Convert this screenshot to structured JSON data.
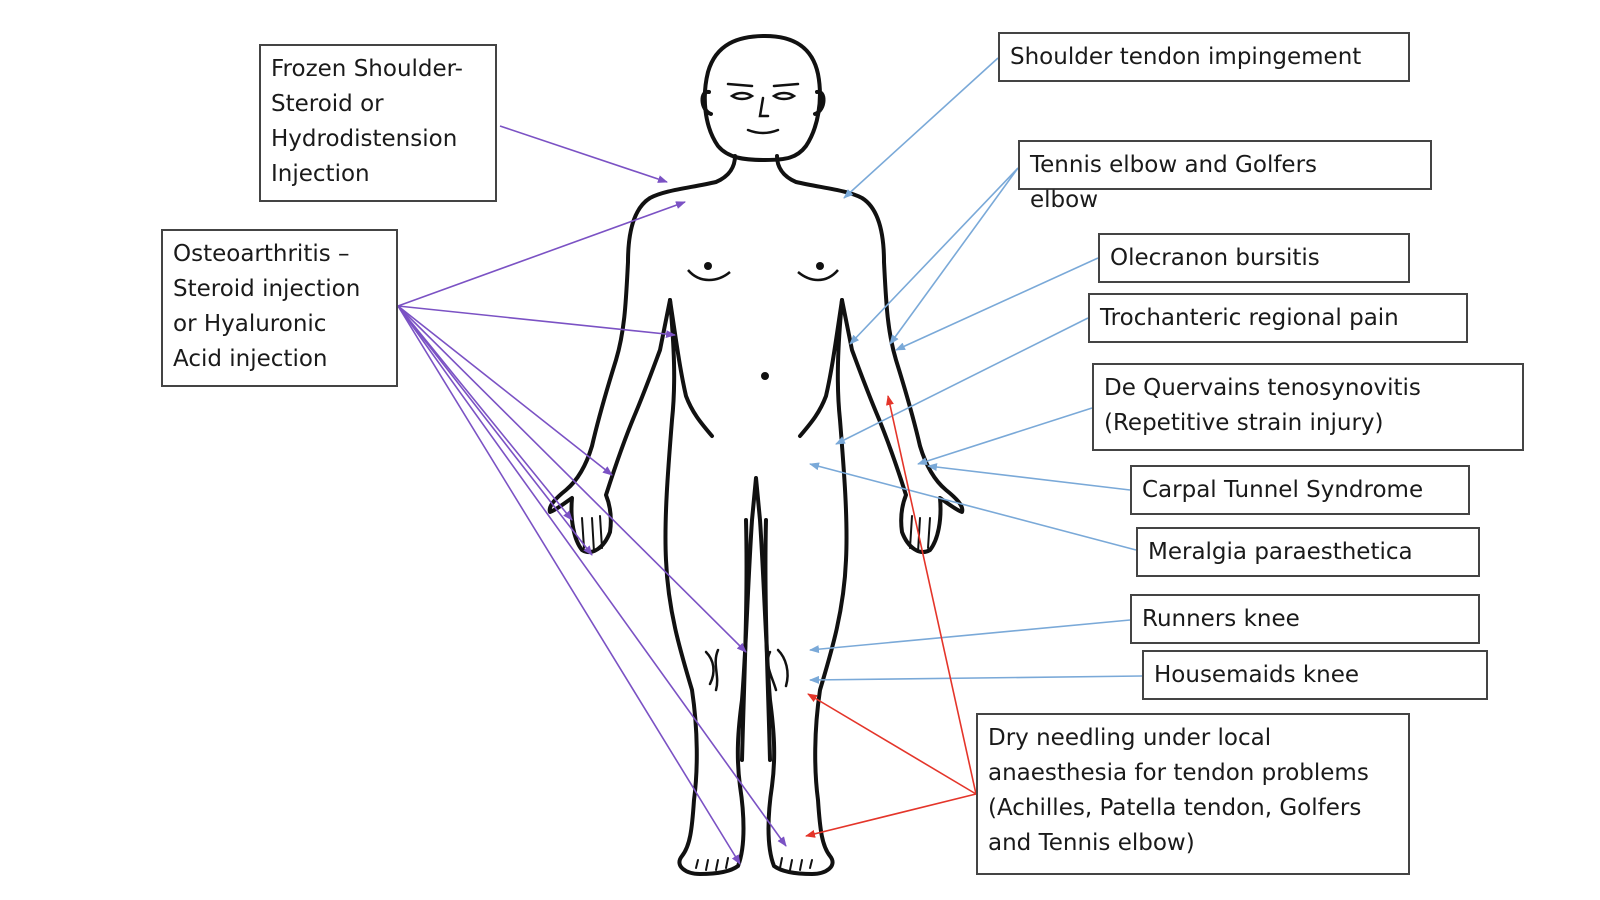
{
  "labels": {
    "frozen_shoulder": "Frozen Shoulder-\nSteroid or\nHydrodistension\nInjection",
    "osteoarthritis": "Osteoarthritis –\nSteroid injection\nor Hyaluronic\nAcid injection",
    "shoulder_tendon": "Shoulder tendon impingement",
    "tennis_elbow": "Tennis elbow and Golfers\nelbow",
    "olecranon": "Olecranon bursitis",
    "trochanteric": "Trochanteric regional pain",
    "de_quervains": "De Quervains tenosynovitis\n(Repetitive strain injury)",
    "carpal_tunnel": "Carpal Tunnel Syndrome",
    "meralgia": "Meralgia paraesthetica",
    "runners_knee": "Runners knee",
    "housemaids_knee": "Housemaids knee",
    "dry_needling": "Dry needling under local\nanaesthesia for tendon problems\n(Achilles, Patella tendon, Golfers\nand Tennis elbow)"
  },
  "colors": {
    "purple_arrows": "#7b52c4",
    "blue_arrows": "#7aa9d8",
    "red_arrows": "#e4352a",
    "outline": "#111111",
    "box_border": "#444444"
  },
  "icons": {
    "figure": "human-body-front-outline"
  }
}
